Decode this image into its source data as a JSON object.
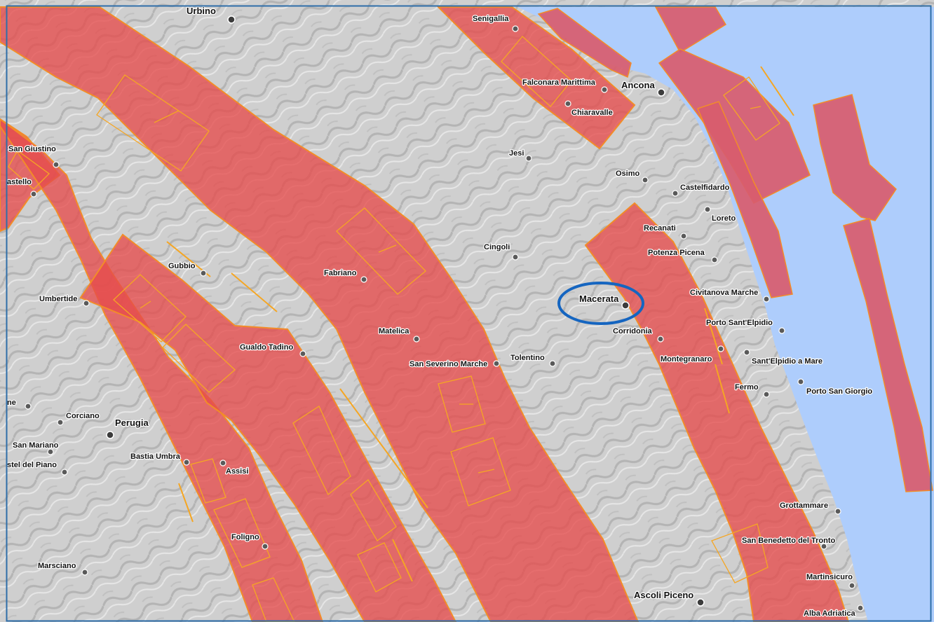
{
  "colors": {
    "sea": "#aecdfc",
    "land": "#c9c9c9",
    "zone": "#e54b4b",
    "zone_outline": "#f28c28",
    "highlight": "#1565c0"
  },
  "highlight": {
    "label": "Macerata"
  },
  "places": [
    {
      "id": "urbino",
      "name": "Urbino"
    },
    {
      "id": "senigallia",
      "name": "Senigallia"
    },
    {
      "id": "falconara",
      "name": "Falconara Marittima"
    },
    {
      "id": "ancona",
      "name": "Ancona"
    },
    {
      "id": "chiaravalle",
      "name": "Chiaravalle"
    },
    {
      "id": "san-giustino",
      "name": "San Giustino"
    },
    {
      "id": "castello",
      "name": "astello"
    },
    {
      "id": "jesi",
      "name": "Jesi"
    },
    {
      "id": "osimo",
      "name": "Osimo"
    },
    {
      "id": "castelfidardo",
      "name": "Castelfidardo"
    },
    {
      "id": "loreto",
      "name": "Loreto"
    },
    {
      "id": "recanati",
      "name": "Recanati"
    },
    {
      "id": "potenza-picena",
      "name": "Potenza Picena"
    },
    {
      "id": "cingoli",
      "name": "Cingoli"
    },
    {
      "id": "gubbio",
      "name": "Gubbio"
    },
    {
      "id": "fabriano",
      "name": "Fabriano"
    },
    {
      "id": "umbertide",
      "name": "Umbertide"
    },
    {
      "id": "civitanova",
      "name": "Civitanova Marche"
    },
    {
      "id": "macerata",
      "name": "Macerata"
    },
    {
      "id": "corridonia",
      "name": "Corridonia"
    },
    {
      "id": "porto-sant-elpidio",
      "name": "Porto Sant'Elpidio"
    },
    {
      "id": "matelica",
      "name": "Matelica"
    },
    {
      "id": "gualdo-tadino",
      "name": "Gualdo Tadino"
    },
    {
      "id": "montegranaro",
      "name": "Montegranaro"
    },
    {
      "id": "sant-elpidio",
      "name": "Sant'Elpidio a Mare"
    },
    {
      "id": "san-severino",
      "name": "San Severino Marche"
    },
    {
      "id": "tolentino",
      "name": "Tolentino"
    },
    {
      "id": "fermo",
      "name": "Fermo"
    },
    {
      "id": "porto-san-giorgio",
      "name": "Porto San Giorgio"
    },
    {
      "id": "one",
      "name": "ne"
    },
    {
      "id": "corciano",
      "name": "Corciano"
    },
    {
      "id": "perugia",
      "name": "Perugia"
    },
    {
      "id": "san-mariano",
      "name": "San Mariano"
    },
    {
      "id": "bastia-umbra",
      "name": "Bastia Umbra"
    },
    {
      "id": "castel-del-piano",
      "name": "stel del Piano"
    },
    {
      "id": "assisi",
      "name": "Assisi"
    },
    {
      "id": "grottammare",
      "name": "Grottammare"
    },
    {
      "id": "foligno",
      "name": "Foligno"
    },
    {
      "id": "san-benedetto",
      "name": "San Benedetto del Tronto"
    },
    {
      "id": "marsciano",
      "name": "Marsciano"
    },
    {
      "id": "martinsicuro",
      "name": "Martinsicuro"
    },
    {
      "id": "ascoli-piceno",
      "name": "Ascoli Piceno"
    },
    {
      "id": "alba-adriatica",
      "name": "Alba Adriatica"
    }
  ]
}
